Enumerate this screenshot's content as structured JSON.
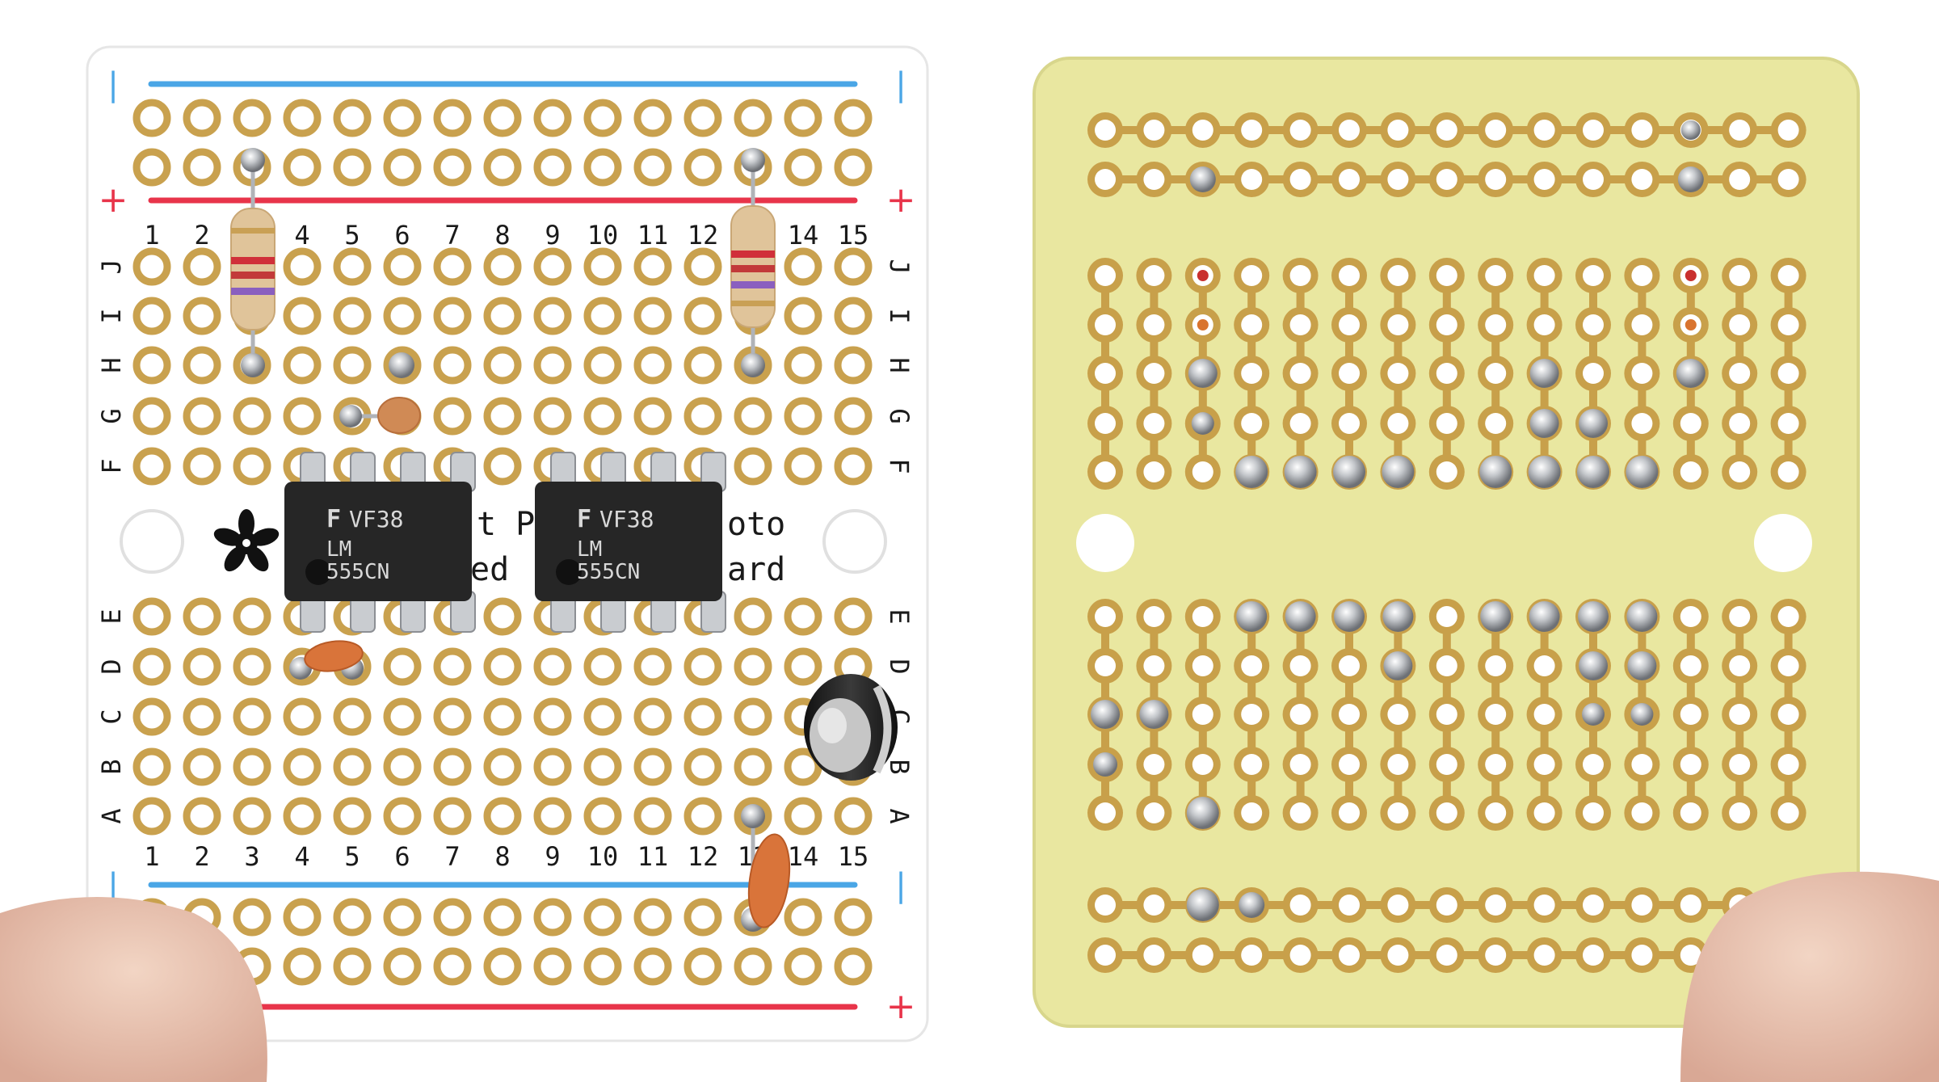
{
  "front_board": {
    "column_numbers": [
      "1",
      "2",
      "3",
      "4",
      "5",
      "6",
      "7",
      "8",
      "9",
      "10",
      "11",
      "12",
      "13",
      "14",
      "15"
    ],
    "row_letters_top": [
      "J",
      "I",
      "H",
      "G",
      "F"
    ],
    "row_letters_bottom": [
      "E",
      "D",
      "C",
      "B",
      "A"
    ],
    "rail_plus_symbol": "+",
    "rail_minus_symbol": "|",
    "silkscreen_text": {
      "line1_left": "t P",
      "line1_right": "oto",
      "line2_left": "ed",
      "line2_right": "ard"
    },
    "chips": [
      {
        "brand": "F",
        "code": "VF38",
        "model": "LM",
        "part": "555CN"
      },
      {
        "brand": "F",
        "code": "VF38",
        "model": "LM",
        "part": "555CN"
      }
    ]
  },
  "back_board": {
    "color": "#e9e7a0",
    "trace_color": "#c8a04a"
  },
  "colors": {
    "blue_rail": "#4aa6e6",
    "red_rail": "#e8344a",
    "pad_copper": "#c9a14e",
    "chip_body": "#262626",
    "resistor_body": "#e0c49a",
    "ceramic_cap": "#d9743a",
    "solder": "#b9bcc0"
  }
}
